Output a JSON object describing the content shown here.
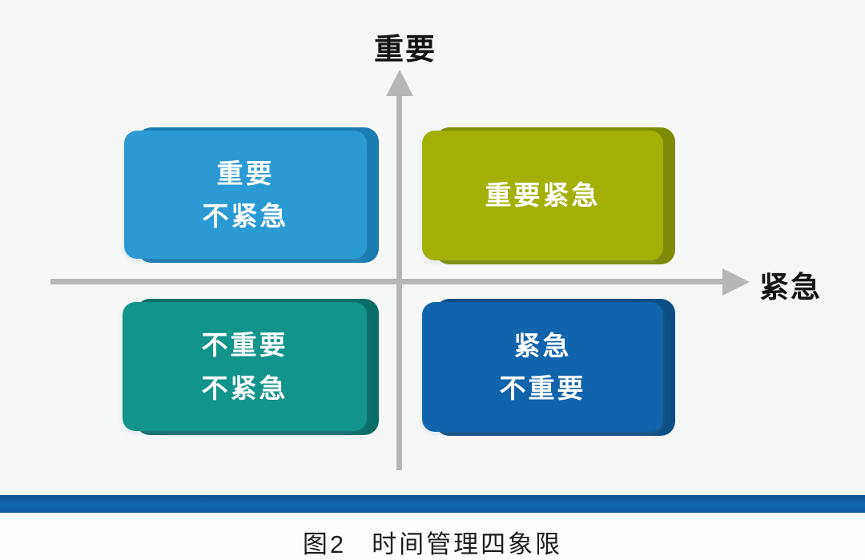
{
  "figure": {
    "axes": {
      "y_label": "重要",
      "x_label": "紧急",
      "line_color": "#b5b7b7"
    },
    "quadrants": [
      {
        "id": "important-not-urgent",
        "position": "top-left",
        "lines": [
          "重要",
          "不紧急"
        ],
        "color": "#2b9ad3",
        "edge_color": "#1b7cb2",
        "text_color": "#ffffff"
      },
      {
        "id": "important-urgent",
        "position": "top-right",
        "lines": [
          "重要紧急"
        ],
        "color": "#a2b007",
        "edge_color": "#7f8c05",
        "text_color": "#ffffff"
      },
      {
        "id": "not-important-not-urgent",
        "position": "bottom-left",
        "lines": [
          "不重要",
          "不紧急"
        ],
        "color": "#11948a",
        "edge_color": "#0a6e66",
        "text_color": "#ffffff"
      },
      {
        "id": "urgent-not-important",
        "position": "bottom-right",
        "lines": [
          "紧急",
          "不重要"
        ],
        "color": "#1164ab",
        "edge_color": "#0c4e84",
        "text_color": "#ffffff"
      }
    ],
    "divider_bar_color": "#1161a5",
    "background_color": "#f6f7f7",
    "caption": {
      "figure_label": "图2",
      "title": "时间管理四象限"
    }
  }
}
